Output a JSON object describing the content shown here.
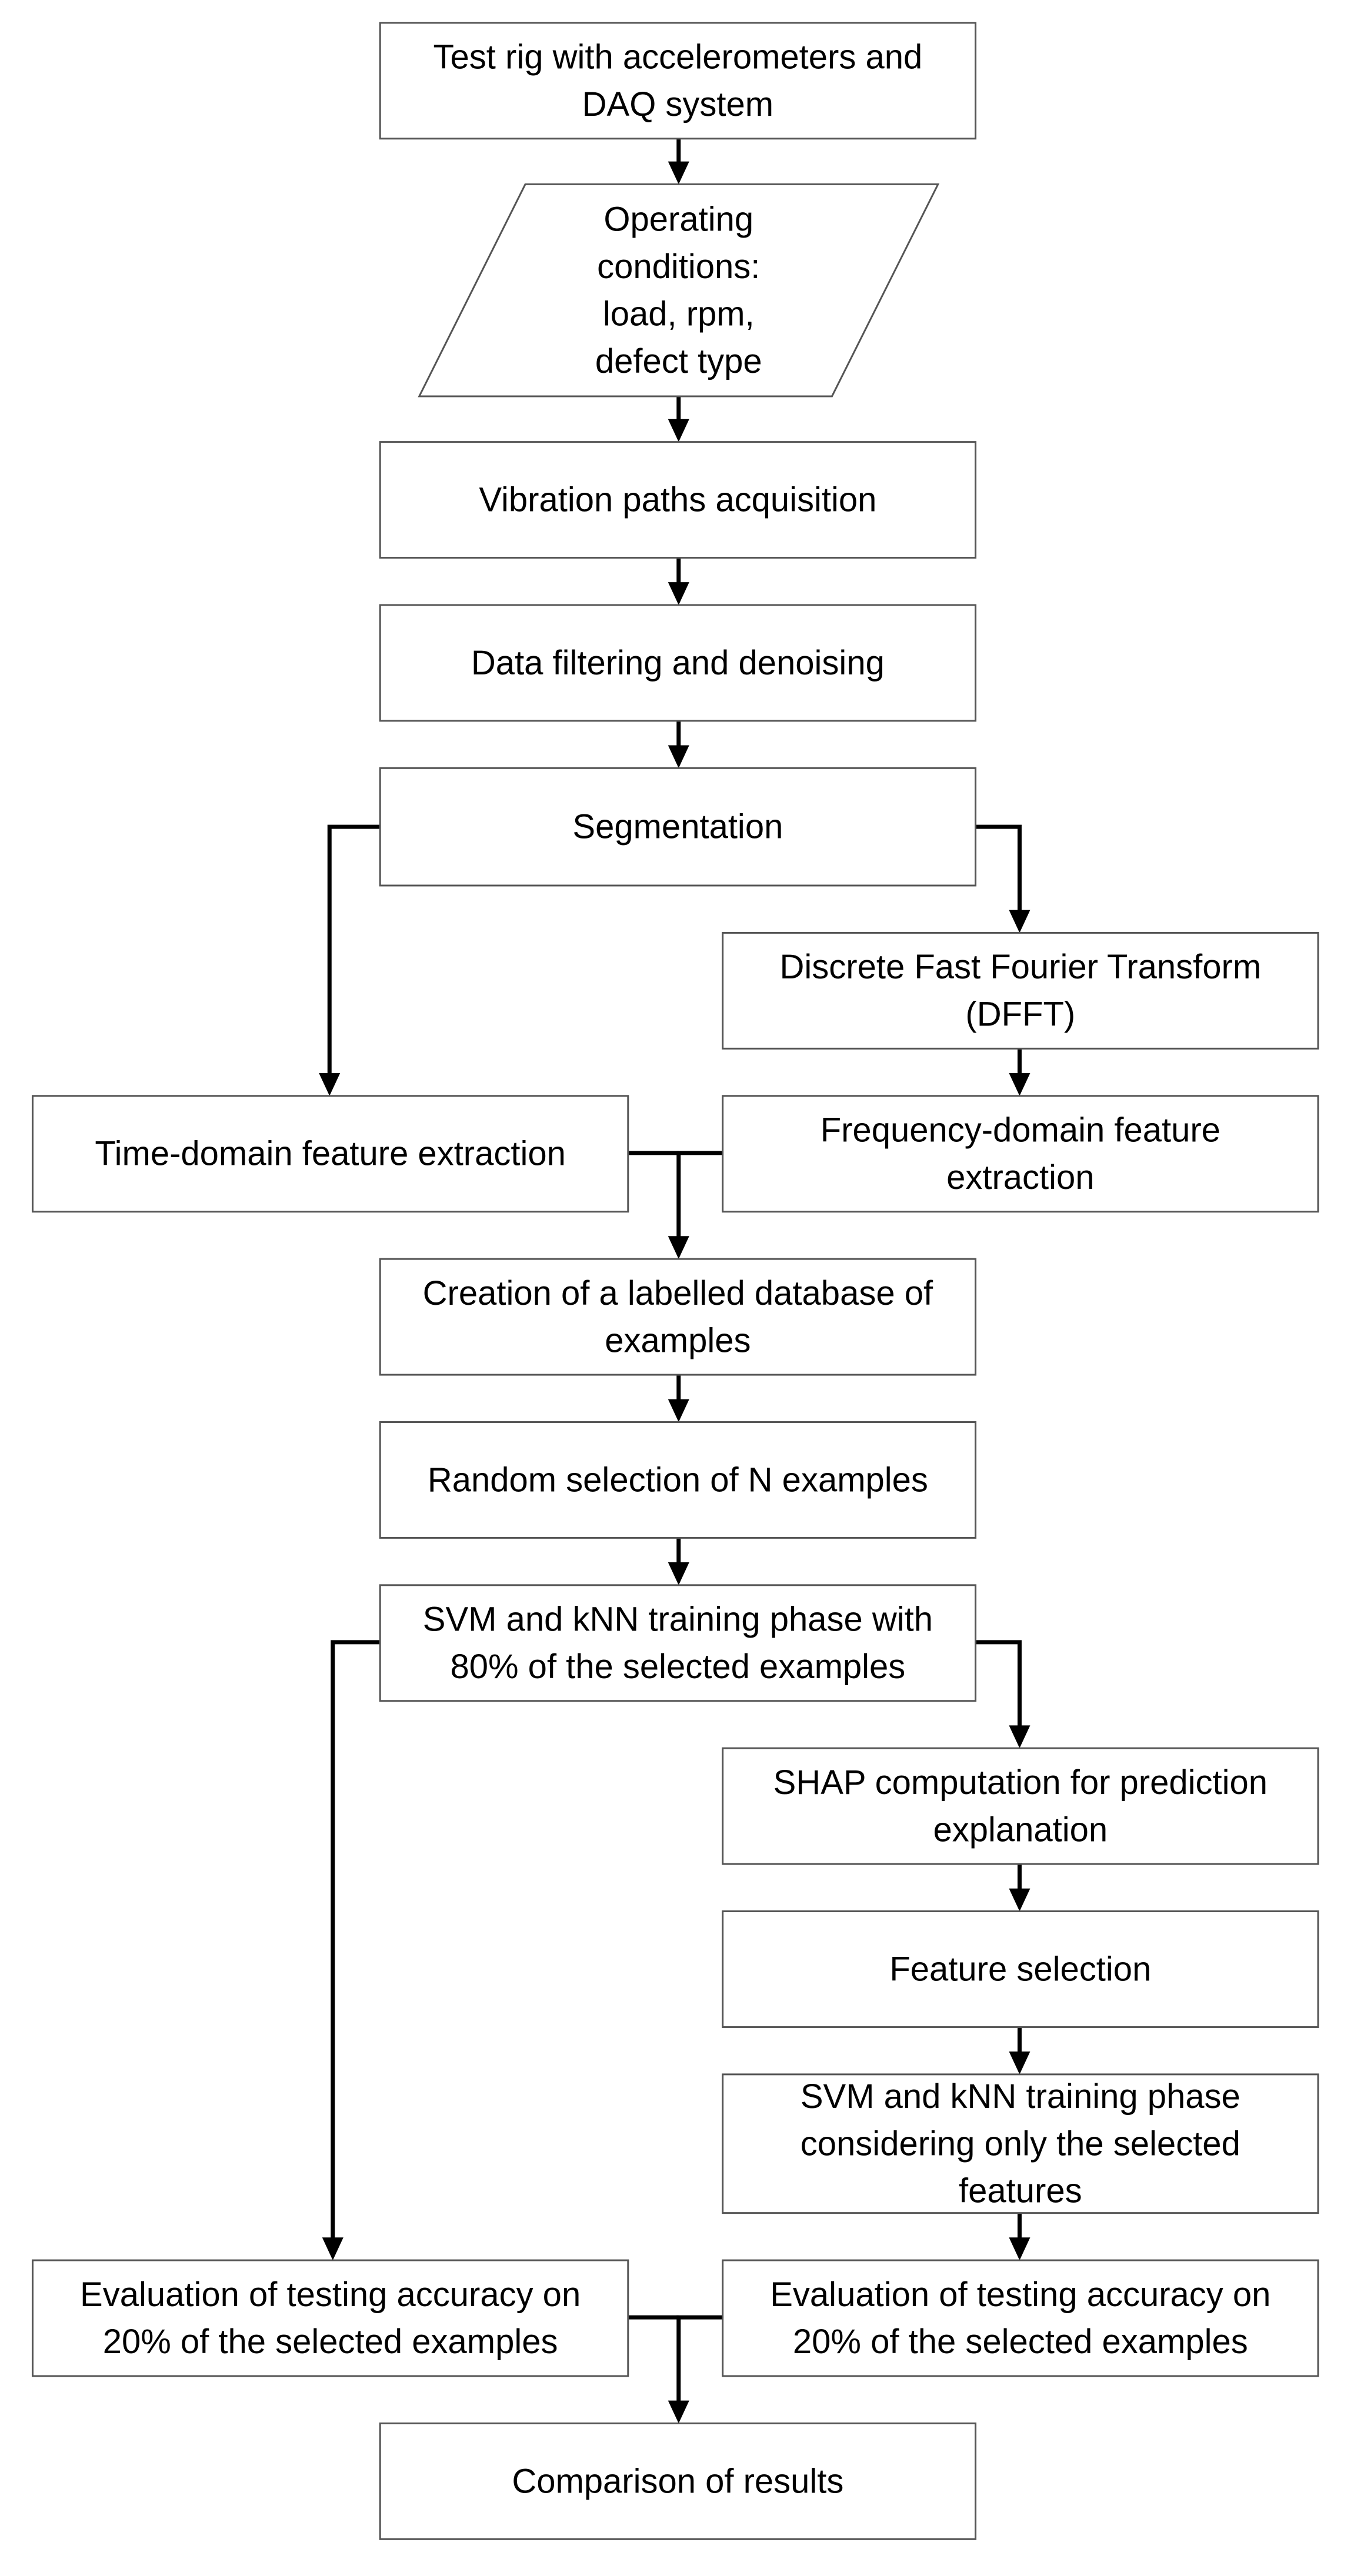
{
  "nodes": [
    {
      "id": "test-rig",
      "lines": [
        "Test rig with accelerometers and",
        "DAQ system"
      ]
    },
    {
      "id": "operating-conditions",
      "lines": [
        "Operating",
        "conditions:",
        "load, rpm,",
        "defect type"
      ]
    },
    {
      "id": "vibration-acquisition",
      "lines": [
        "Vibration paths acquisition"
      ]
    },
    {
      "id": "data-filtering",
      "lines": [
        "Data filtering and denoising"
      ]
    },
    {
      "id": "segmentation",
      "lines": [
        "Segmentation"
      ]
    },
    {
      "id": "dfft",
      "lines": [
        "Discrete Fast Fourier Transform",
        "(DFFT)"
      ]
    },
    {
      "id": "time-domain",
      "lines": [
        "Time-domain feature extraction"
      ]
    },
    {
      "id": "frequency-domain",
      "lines": [
        "Frequency-domain feature",
        "extraction"
      ]
    },
    {
      "id": "labelled-database",
      "lines": [
        "Creation of a labelled database of",
        "examples"
      ]
    },
    {
      "id": "random-selection",
      "lines": [
        "Random selection of N examples"
      ]
    },
    {
      "id": "training-80",
      "lines": [
        "SVM and kNN training phase with",
        "80% of the selected examples"
      ]
    },
    {
      "id": "shap",
      "lines": [
        "SHAP computation for prediction",
        "explanation"
      ]
    },
    {
      "id": "feature-selection",
      "lines": [
        "Feature selection"
      ]
    },
    {
      "id": "training-selected",
      "lines": [
        "SVM and kNN training phase",
        "considering only the selected",
        "features"
      ]
    },
    {
      "id": "eval-left",
      "lines": [
        "Evaluation of testing accuracy on",
        "20% of the selected examples"
      ]
    },
    {
      "id": "eval-right",
      "lines": [
        "Evaluation of testing accuracy on",
        "20% of the selected examples"
      ]
    },
    {
      "id": "comparison",
      "lines": [
        "Comparison of results"
      ]
    }
  ],
  "edges": [
    {
      "from": "test-rig",
      "to": "operating-conditions"
    },
    {
      "from": "operating-conditions",
      "to": "vibration-acquisition"
    },
    {
      "from": "vibration-acquisition",
      "to": "data-filtering"
    },
    {
      "from": "data-filtering",
      "to": "segmentation"
    },
    {
      "from": "segmentation",
      "to": "time-domain"
    },
    {
      "from": "segmentation",
      "to": "dfft"
    },
    {
      "from": "dfft",
      "to": "frequency-domain"
    },
    {
      "from": "time-domain",
      "to": "labelled-database"
    },
    {
      "from": "frequency-domain",
      "to": "labelled-database"
    },
    {
      "from": "labelled-database",
      "to": "random-selection"
    },
    {
      "from": "random-selection",
      "to": "training-80"
    },
    {
      "from": "training-80",
      "to": "eval-left"
    },
    {
      "from": "training-80",
      "to": "shap"
    },
    {
      "from": "shap",
      "to": "feature-selection"
    },
    {
      "from": "feature-selection",
      "to": "training-selected"
    },
    {
      "from": "training-selected",
      "to": "eval-right"
    },
    {
      "from": "eval-left",
      "to": "comparison"
    },
    {
      "from": "eval-right",
      "to": "comparison"
    }
  ]
}
